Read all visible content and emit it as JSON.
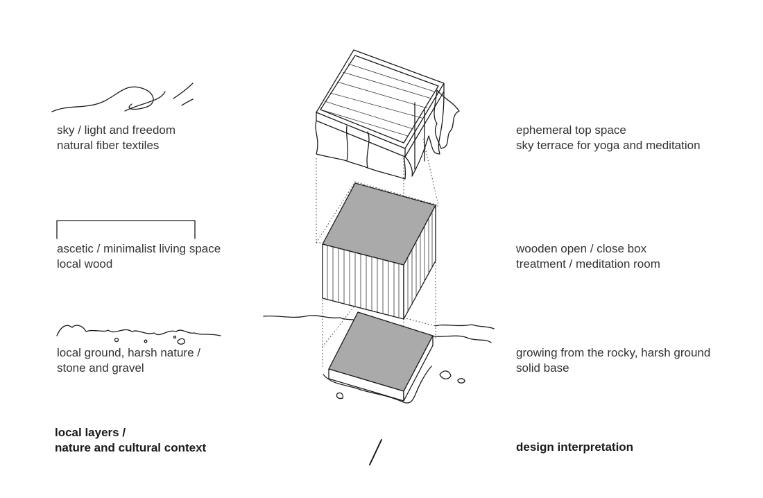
{
  "left": {
    "sky": {
      "line1": "sky / light and freedom",
      "line2": "natural fiber textiles"
    },
    "living": {
      "line1": "ascetic / minimalist living space",
      "line2": "local wood"
    },
    "ground": {
      "line1": "local ground, harsh nature /",
      "line2": "stone and gravel"
    },
    "heading": {
      "line1": "local layers /",
      "line2": "nature and cultural context"
    }
  },
  "right": {
    "top": {
      "line1": "ephemeral top space",
      "line2": "sky terrace for yoga and meditation"
    },
    "box": {
      "line1": "wooden open / close box",
      "line2": "treatment / meditation room"
    },
    "base": {
      "line1": "growing from the rocky, harsh ground",
      "line2": "solid base"
    },
    "heading": {
      "line1": "design interpretation"
    }
  },
  "colors": {
    "ink": "#1a1a1a",
    "box_fill": "#aaaaaa",
    "text": "#333333"
  },
  "icons": [
    "wave-line-icon",
    "bracket-line-icon",
    "rocky-ground-line-icon",
    "slash-divider-icon"
  ]
}
